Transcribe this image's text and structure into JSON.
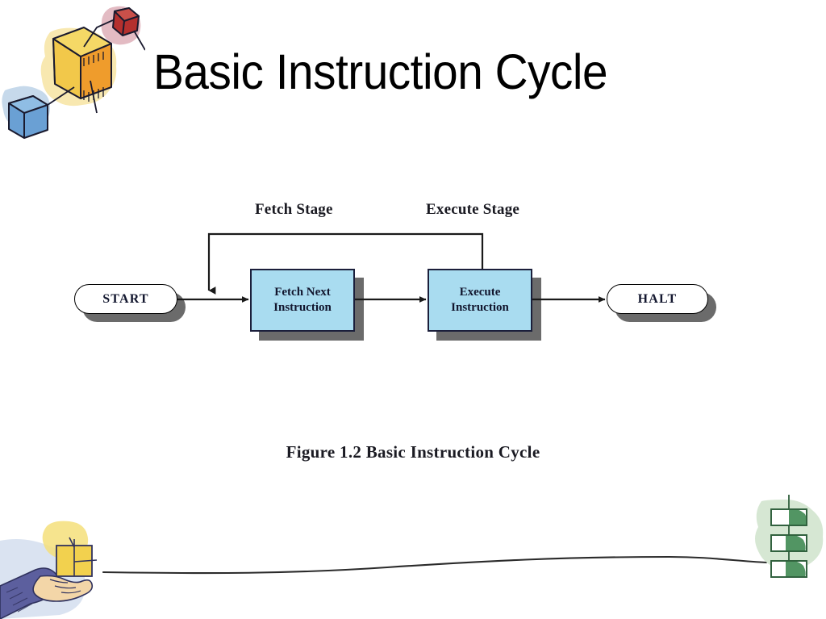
{
  "slide": {
    "title": "Basic Instruction Cycle",
    "background_color": "#ffffff"
  },
  "figure": {
    "caption": "Figure 1.2  Basic Instruction Cycle",
    "stage_labels": [
      {
        "name": "fetch-stage",
        "text": "Fetch Stage"
      },
      {
        "name": "execute-stage",
        "text": "Execute Stage"
      }
    ],
    "terminators": [
      {
        "name": "start",
        "text": "START"
      },
      {
        "name": "halt",
        "text": "HALT"
      }
    ],
    "process_boxes": [
      {
        "name": "fetch-next-instruction",
        "line1": "Fetch Next",
        "line2": "Instruction"
      },
      {
        "name": "execute-instruction",
        "line1": "Execute",
        "line2": "Instruction"
      }
    ],
    "colors": {
      "box_fill": "#a9dcf0",
      "box_border": "#1b1f3b",
      "shadow": "#6b6b6b",
      "terminator_fill": "#ffffff",
      "terminator_border": "#000000",
      "connector": "#1a1a1a",
      "text": "#12162e"
    },
    "flow": {
      "sequence": [
        "START",
        "Fetch Next Instruction",
        "Execute Instruction",
        "HALT"
      ],
      "feedback_loop": "Execute Instruction -> Fetch Next Instruction"
    }
  },
  "decorations": {
    "top_left": {
      "name": "network-boxes-clipart",
      "description": "Three connected 3D boxes: yellow-orange center, red upper-right, blue lower-left with watercolor wash",
      "colors": {
        "center": "#f0a92e",
        "center_top": "#f5d24a",
        "wash": "#f7e5a0",
        "red": "#b4302e",
        "red_wash": "#ddaeb6",
        "blue": "#5b93cc",
        "blue_wash": "#b8cfe6"
      }
    },
    "bottom_left": {
      "name": "hand-holding-box-clipart",
      "description": "Arm in blue sleeve, skin-tone hand holding a small yellow box",
      "colors": {
        "sleeve": "#5c5f9e",
        "skin": "#f3d6a8",
        "box": "#f2d14e",
        "wash": "#c6d3e8"
      }
    },
    "bottom_right": {
      "name": "stacked-green-boxes-clipart",
      "description": "Three stacked green boxes joined by short vertical connectors over a green wash",
      "colors": {
        "box": "#3f8a52",
        "box_light": "#ffffff",
        "wash": "#cfe3cb"
      }
    },
    "connector_line": {
      "name": "hand-drawn-curve",
      "description": "Thin hand-drawn curve running from the yellow box at lower-left to the green boxes at lower-right",
      "color": "#2b2b2b"
    }
  }
}
